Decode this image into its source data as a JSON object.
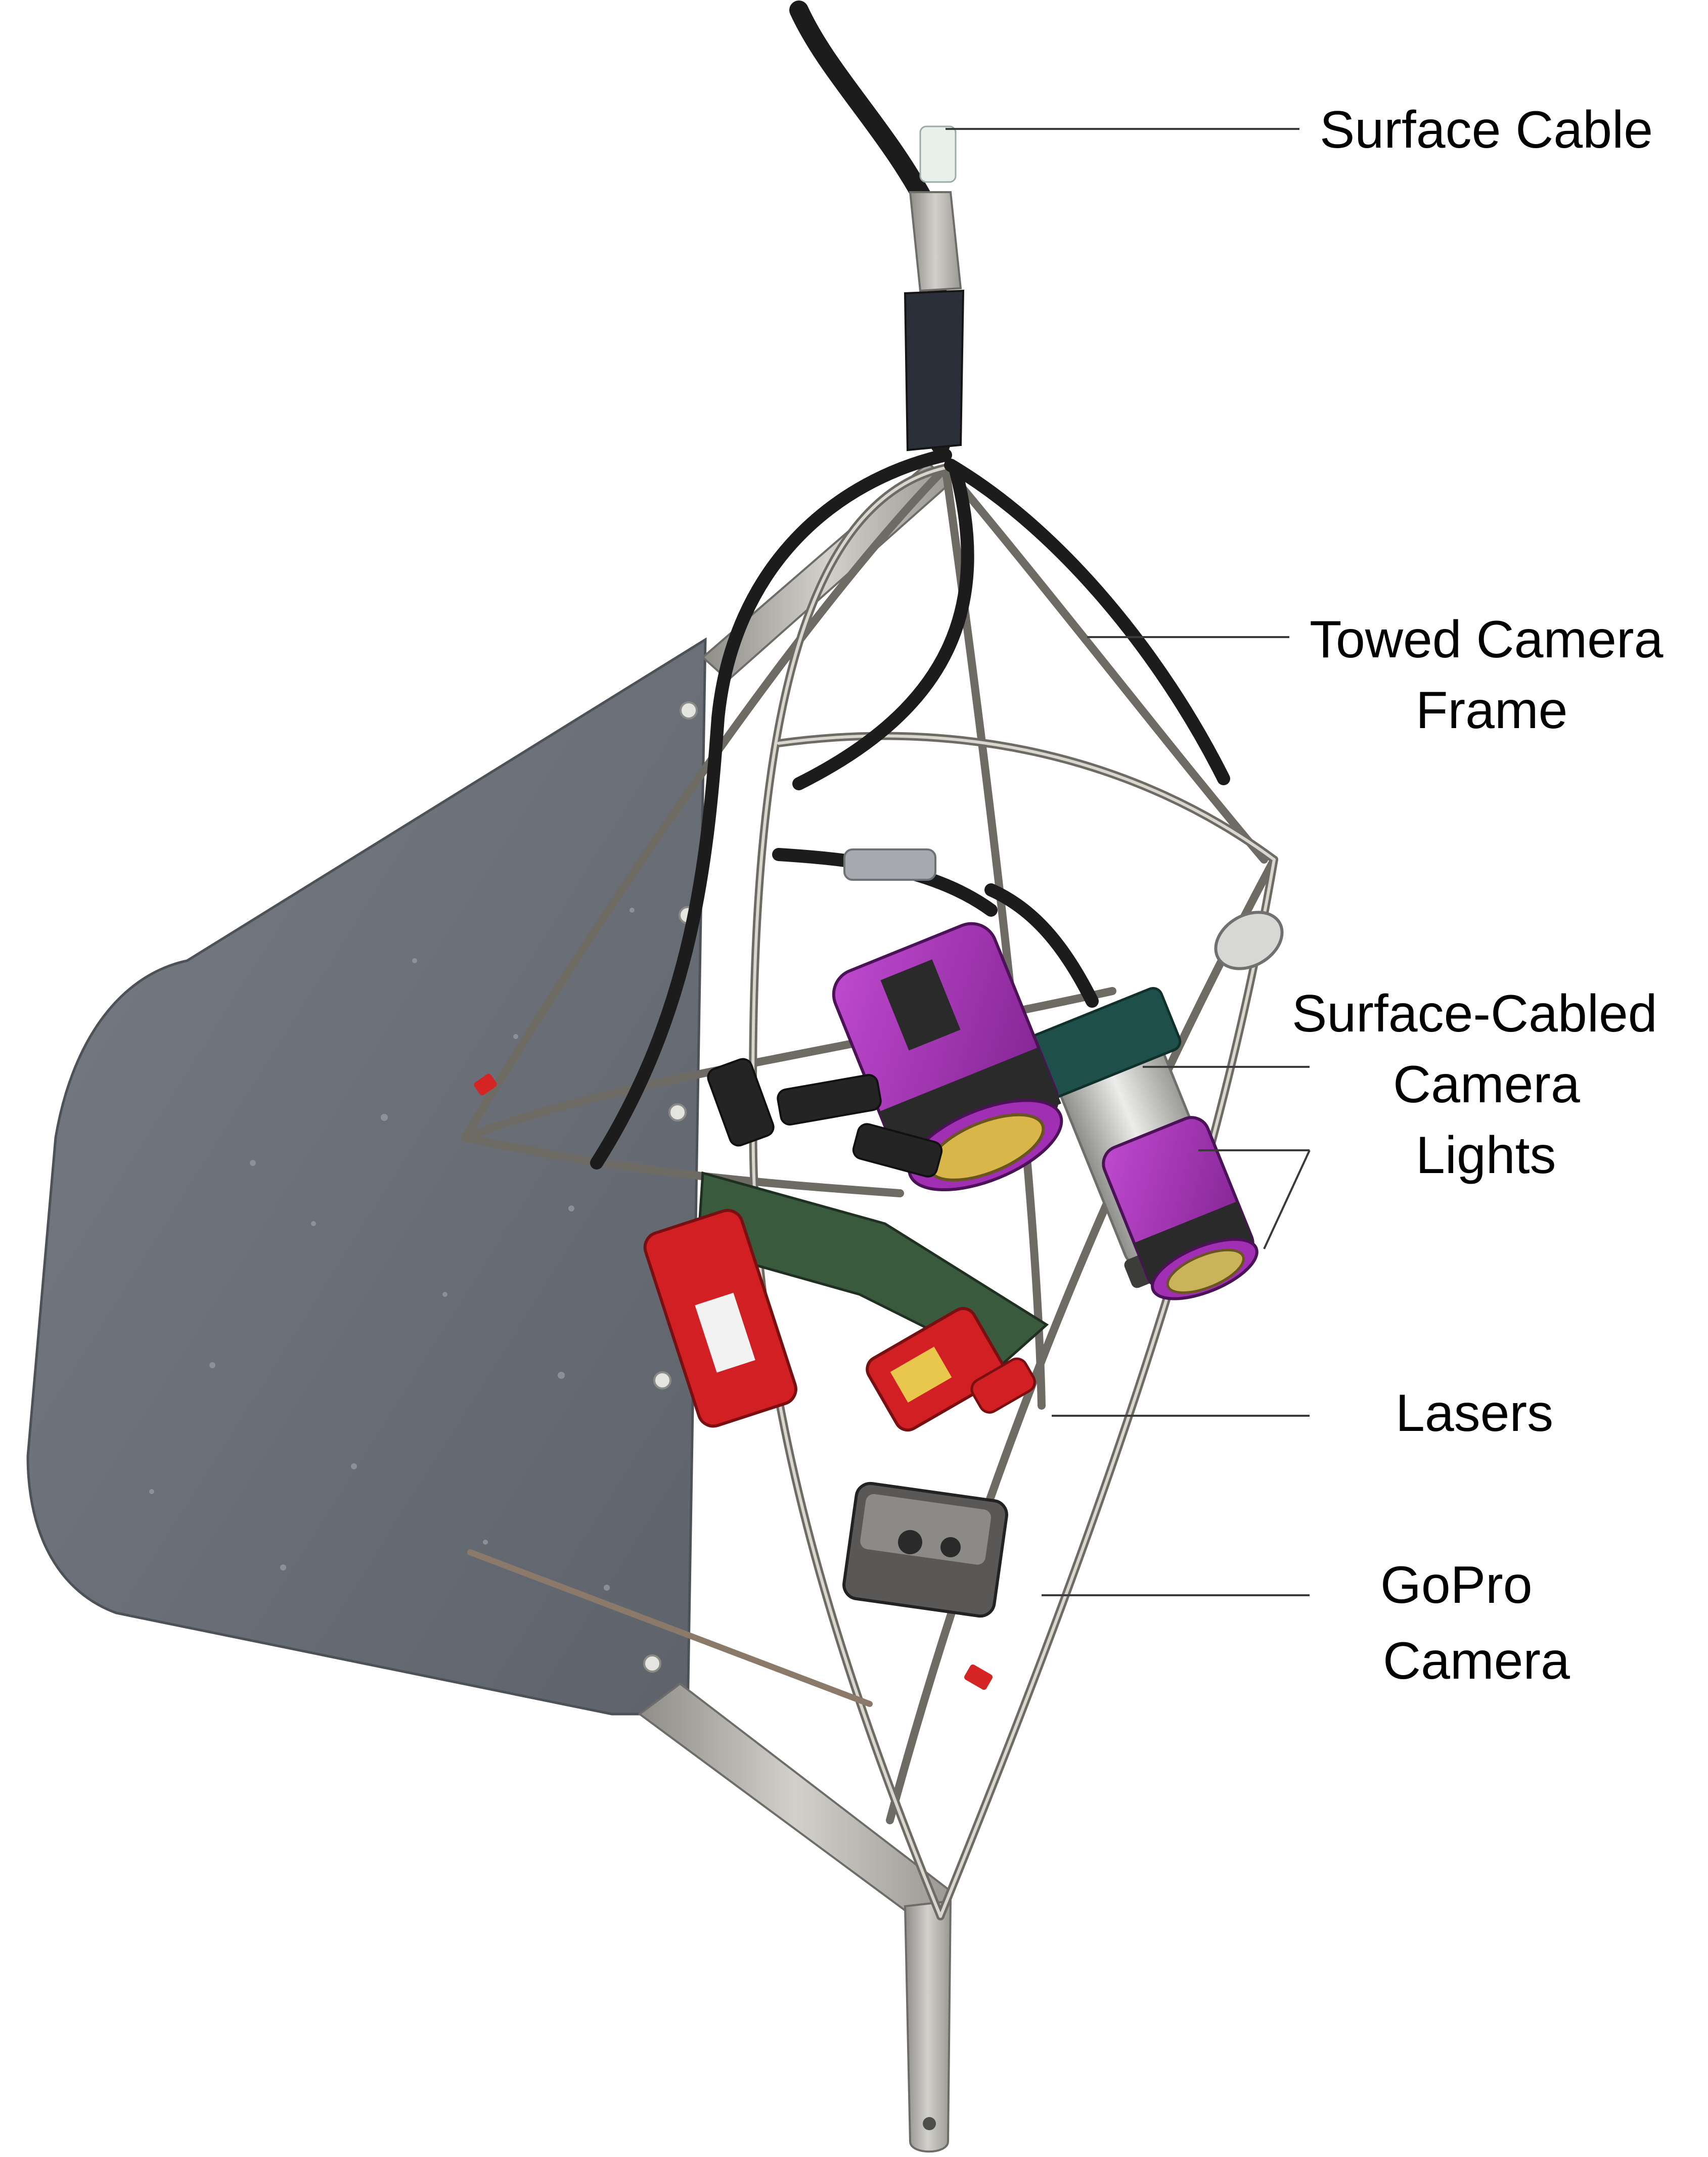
{
  "labels": {
    "surface_cable": "Surface Cable",
    "towed_frame": [
      "Towed Camera",
      "Frame"
    ],
    "surface_cabled_camera": [
      "Surface-Cabled",
      "Camera"
    ],
    "lights": "Lights",
    "lasers": "Lasers",
    "gopro_camera": [
      "GoPro",
      "Camera"
    ]
  },
  "colors": {
    "fin": "#6b7079",
    "frame_steel": "#b9b6b0",
    "cable": "#1c1c1c",
    "light_body": "#a12fb4",
    "laser": "#d21f24",
    "camera_housing": "#cfcfcb",
    "housing_cap": "#1f4f4a"
  }
}
